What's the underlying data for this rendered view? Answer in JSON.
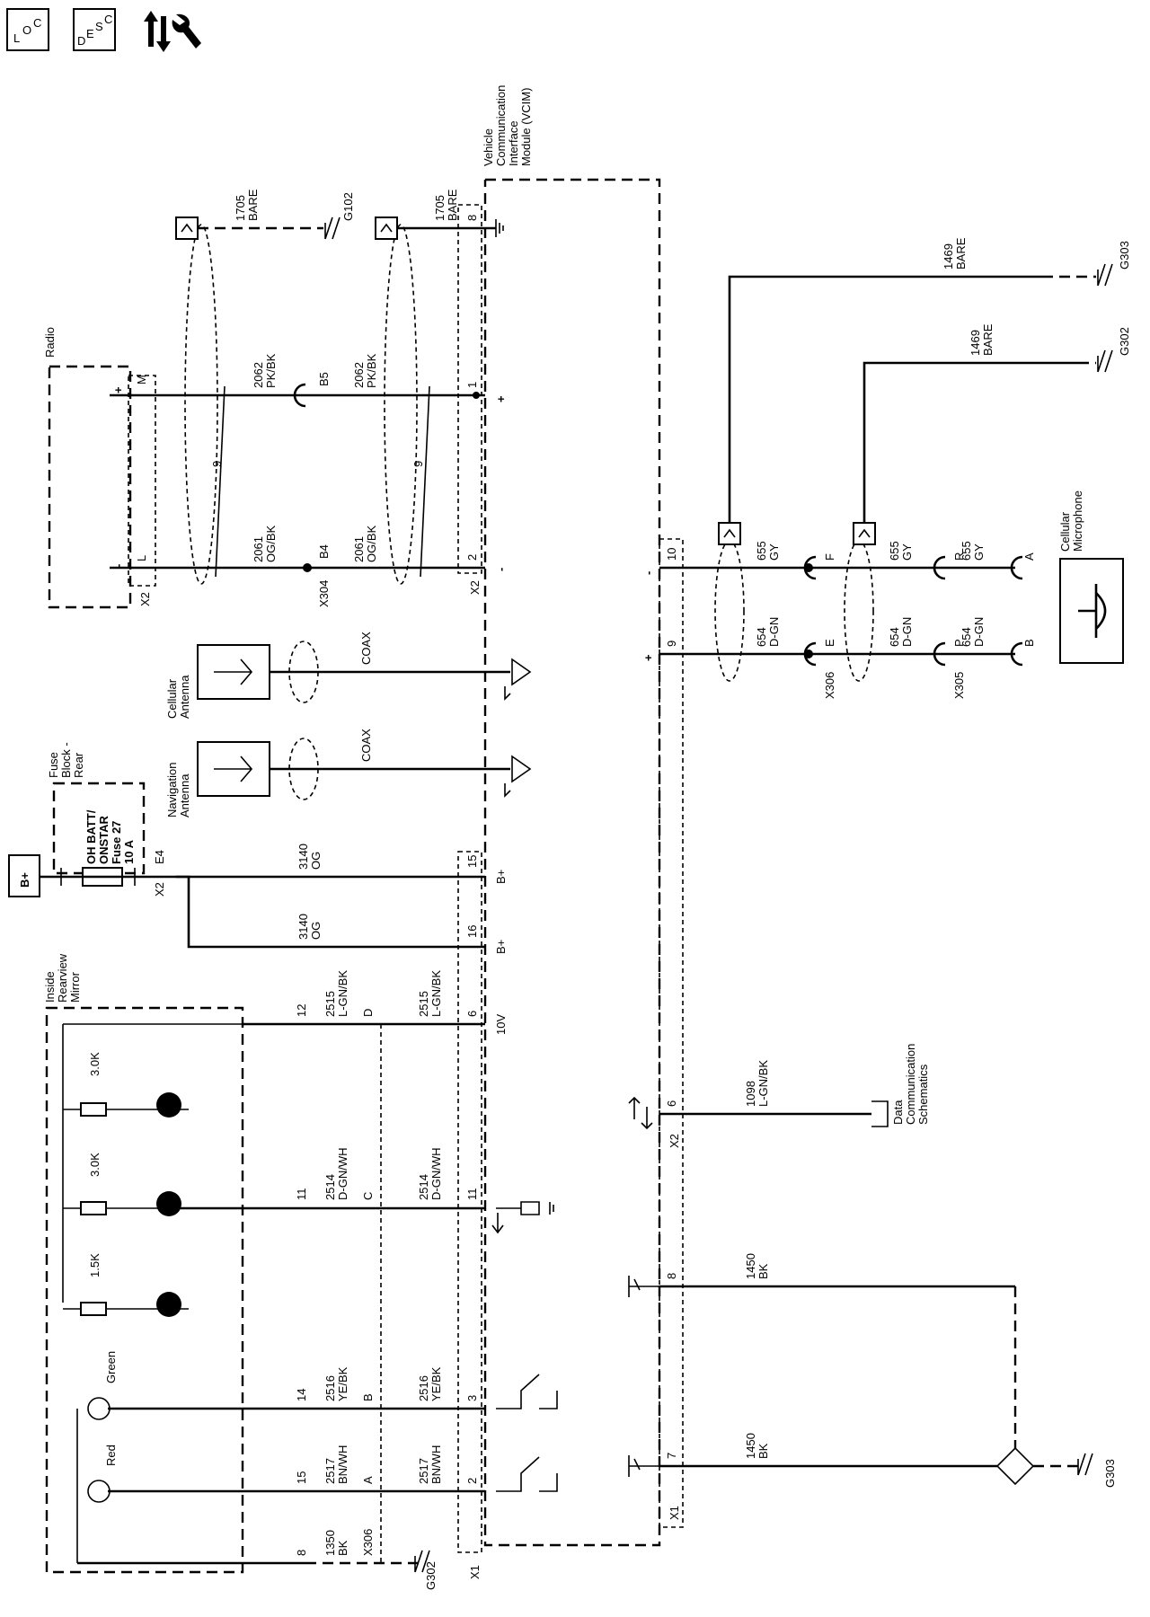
{
  "icons": {
    "loc_letters": [
      "L",
      "O",
      "C"
    ],
    "desc_letters": [
      "D",
      "E",
      "S",
      "C"
    ],
    "tool_icon": "wrench-arrows-icon"
  },
  "components": {
    "vcim": [
      "Vehicle",
      "Communication",
      "Interface",
      "Module (VCIM)"
    ],
    "radio": "Radio",
    "fuse_block": [
      "Fuse",
      "Block -",
      "Rear"
    ],
    "fuse": [
      "OH BATT/",
      "ONSTAR",
      "Fuse 27",
      "10 A"
    ],
    "bplus_source": "B+",
    "mirror": [
      "Inside",
      "Rearview",
      "Mirror"
    ],
    "nav_antenna": [
      "Navigation",
      "Antenna"
    ],
    "cell_antenna": [
      "Cellular",
      "Antenna"
    ],
    "microphone": [
      "Cellular",
      "Microphone"
    ],
    "data_comm": [
      "Data",
      "Communication",
      "Schematics"
    ]
  },
  "mirror": {
    "leds": [
      "Red",
      "Green"
    ],
    "resistors": [
      "1.5K",
      "3.0K",
      "3.0K"
    ]
  },
  "wires": {
    "w1705": [
      "1705",
      "BARE"
    ],
    "w2062": [
      "2062",
      "PK/BK"
    ],
    "w2061": [
      "2061",
      "OG/BK"
    ],
    "w3140": [
      "3140",
      "OG"
    ],
    "w2515": [
      "2515",
      "L-GN/BK"
    ],
    "w2514": [
      "2514",
      "D-GN/WH"
    ],
    "w2516": [
      "2516",
      "YE/BK"
    ],
    "w2517": [
      "2517",
      "BN/WH"
    ],
    "w1350": [
      "1350",
      "BK"
    ],
    "w1098": [
      "1098",
      "L-GN/BK"
    ],
    "w1450": [
      "1450",
      "BK"
    ],
    "w655": [
      "655",
      "GY"
    ],
    "w654": [
      "654",
      "D-GN"
    ],
    "w1469": [
      "1469",
      "BARE"
    ],
    "coax": "COAX",
    "twist": "9"
  },
  "grounds": [
    "G102",
    "G302",
    "G303"
  ],
  "connectors": {
    "x1": "X1",
    "x2": "X2",
    "x304": "X304",
    "x305": "X305",
    "x306": "X306"
  },
  "pins": {
    "vcim_x2": [
      "8",
      "1",
      "2",
      "15",
      "16",
      "6",
      "11",
      "3",
      "2"
    ],
    "vcim_x1": [
      "10",
      "9",
      "6",
      "8",
      "7"
    ],
    "radio": [
      "M",
      "L"
    ],
    "x304": [
      "B5",
      "B4"
    ],
    "x306_upper": [
      "D",
      "C",
      "B",
      "A"
    ],
    "mirror": [
      "12",
      "11",
      "14",
      "15",
      "8"
    ],
    "x306_mic": [
      "F",
      "E"
    ],
    "x305": [
      "R",
      "P"
    ],
    "mic": [
      "A",
      "B"
    ],
    "fuse_pin": "E4"
  },
  "signals": {
    "plus": "+",
    "minus": "-",
    "bplus": "B+",
    "tenv": "10V"
  }
}
